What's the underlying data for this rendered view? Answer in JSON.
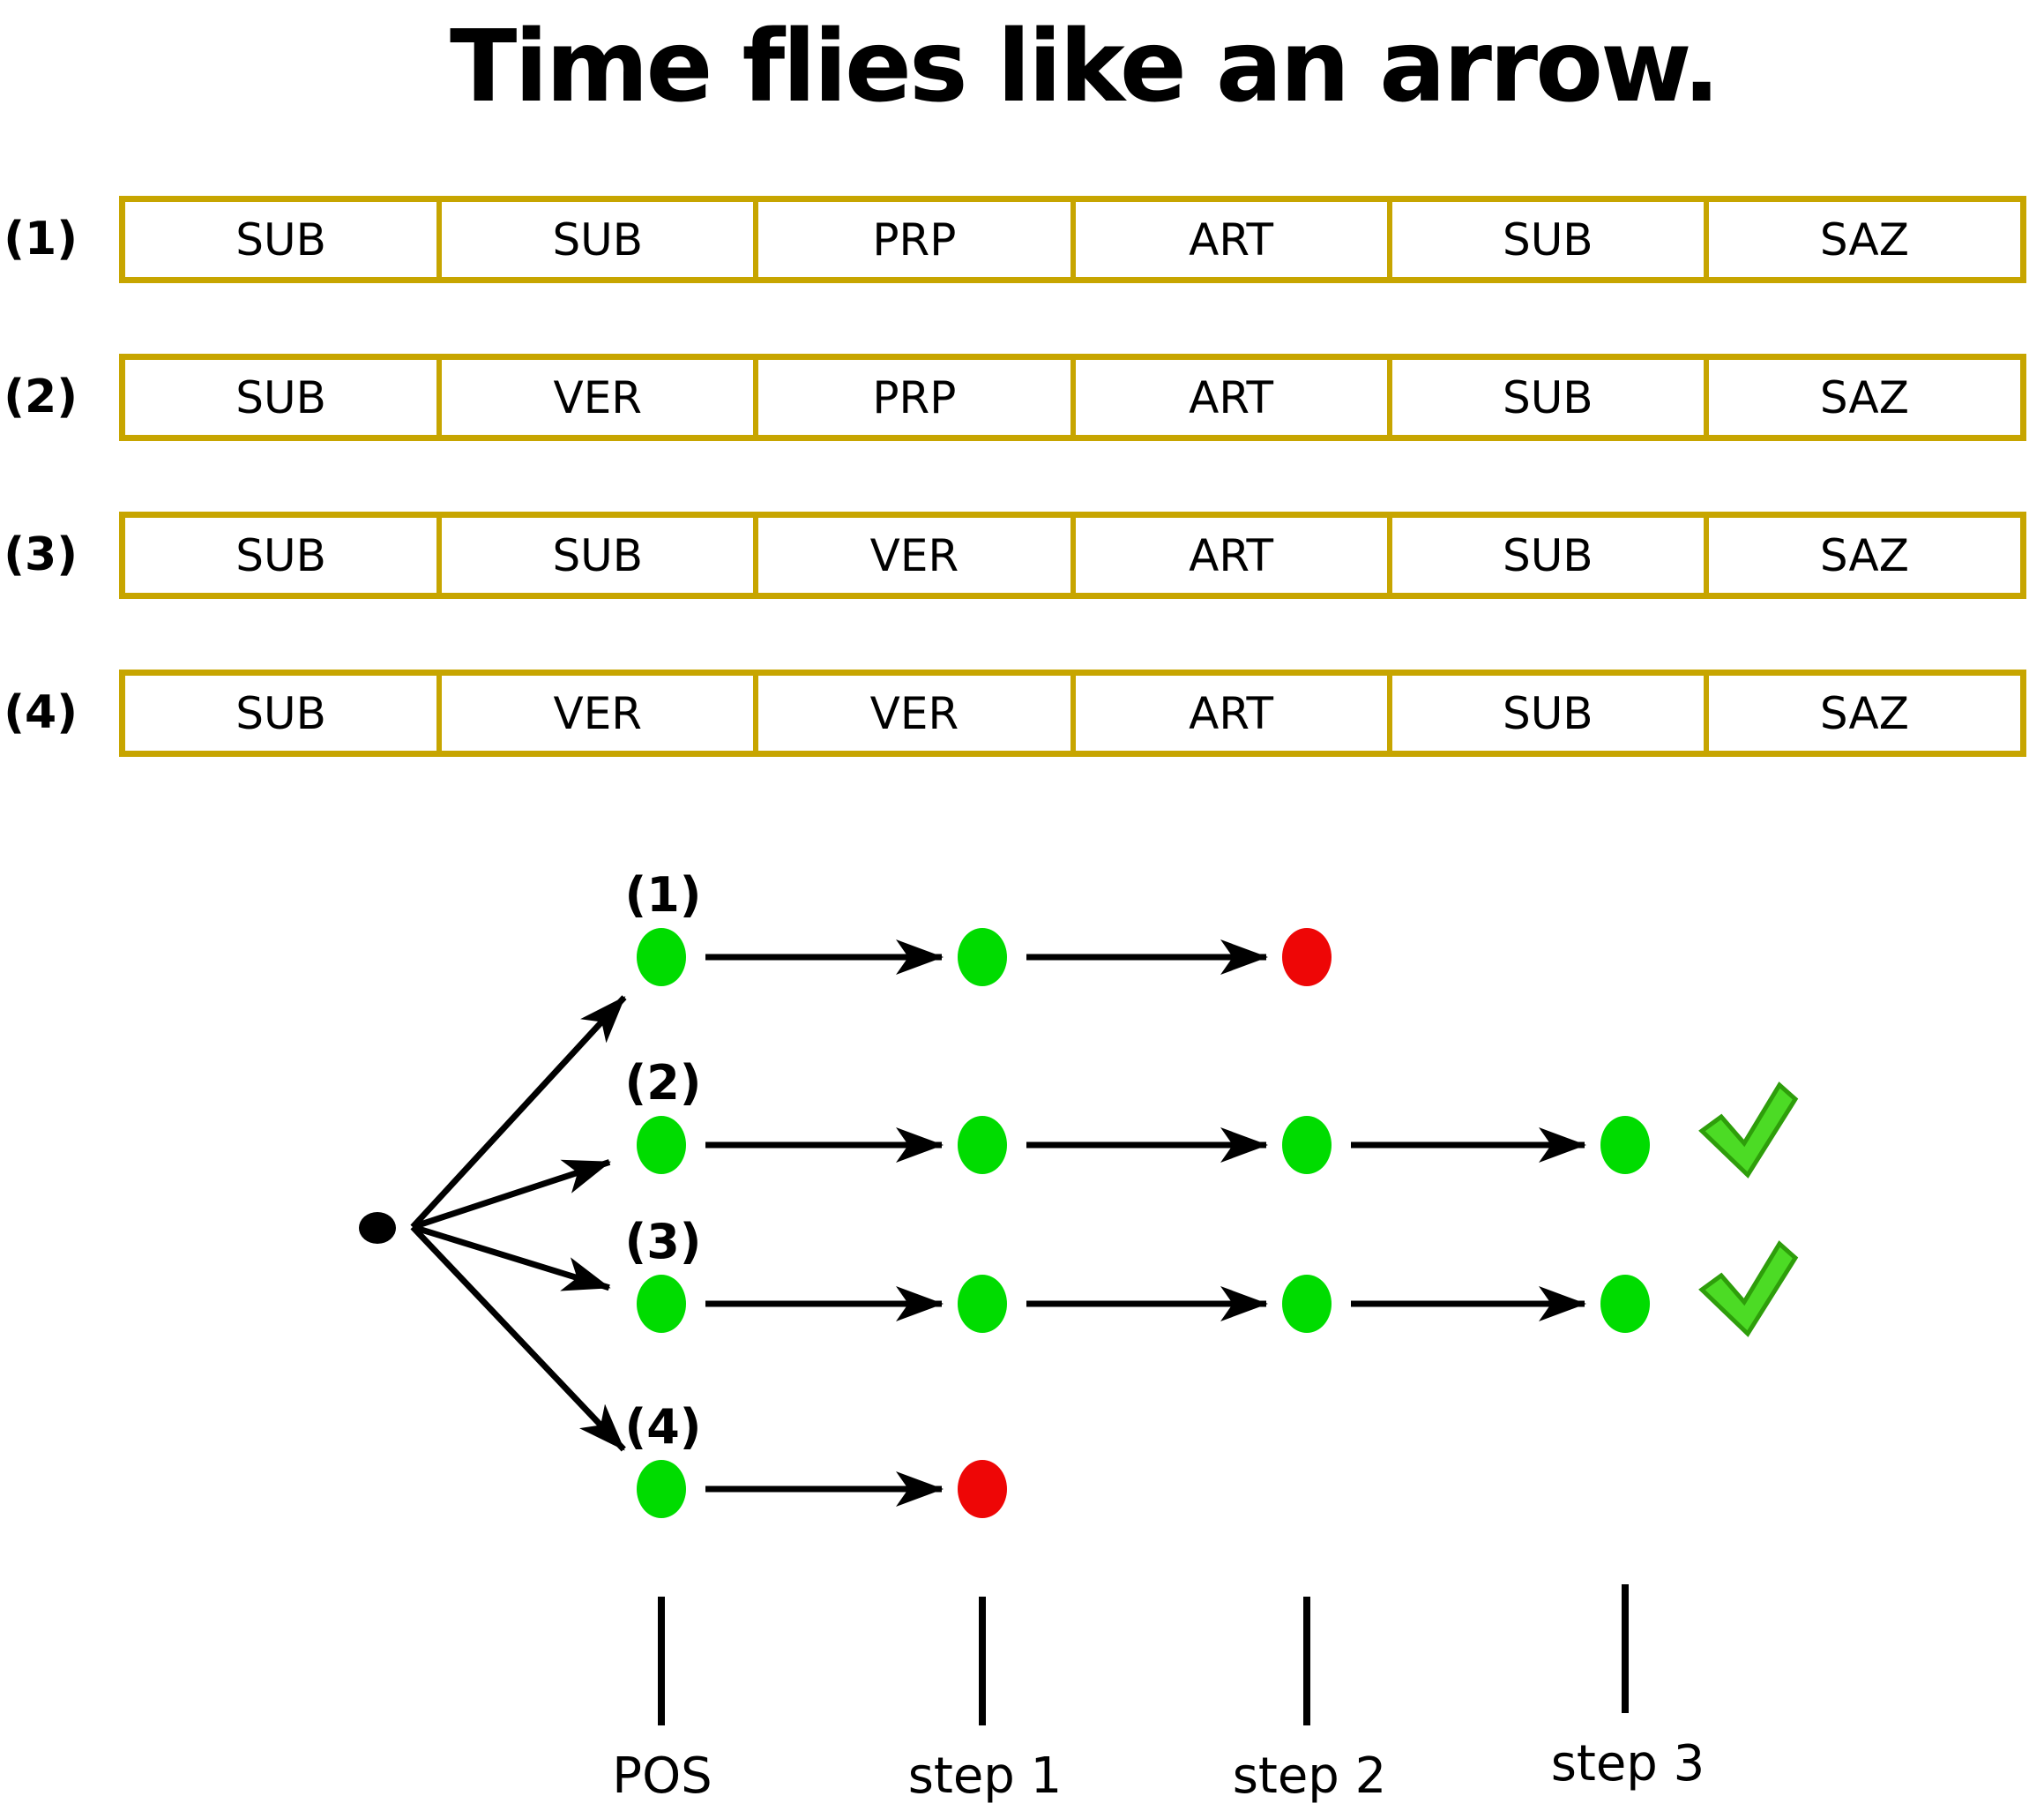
{
  "title": "Time flies like an arrow.",
  "colors": {
    "table_border": "#C7A500",
    "node_green": "#00DC00",
    "node_red": "#EE0606",
    "node_black": "#000000",
    "arrow": "#000000",
    "check_fill": "#4CDB25",
    "check_stroke": "#2E9E0B"
  },
  "tables": {
    "rows": [
      {
        "label": "(1)",
        "cells": [
          "SUB",
          "SUB",
          "PRP",
          "ART",
          "SUB",
          "SAZ"
        ]
      },
      {
        "label": "(2)",
        "cells": [
          "SUB",
          "VER",
          "PRP",
          "ART",
          "SUB",
          "SAZ"
        ]
      },
      {
        "label": "(3)",
        "cells": [
          "SUB",
          "SUB",
          "VER",
          "ART",
          "SUB",
          "SAZ"
        ]
      },
      {
        "label": "(4)",
        "cells": [
          "SUB",
          "VER",
          "VER",
          "ART",
          "SUB",
          "SAZ"
        ]
      }
    ]
  },
  "diagram": {
    "start_node_color": "black",
    "branches": [
      {
        "label": "(1)",
        "nodes": [
          "green",
          "green",
          "red"
        ],
        "accepted": false
      },
      {
        "label": "(2)",
        "nodes": [
          "green",
          "green",
          "green",
          "green"
        ],
        "accepted": true
      },
      {
        "label": "(3)",
        "nodes": [
          "green",
          "green",
          "green",
          "green"
        ],
        "accepted": true
      },
      {
        "label": "(4)",
        "nodes": [
          "green",
          "red"
        ],
        "accepted": false
      }
    ],
    "axis_labels": [
      "POS",
      "step 1",
      "step 2",
      "step 3"
    ],
    "check_icon": "green-checkmark"
  }
}
